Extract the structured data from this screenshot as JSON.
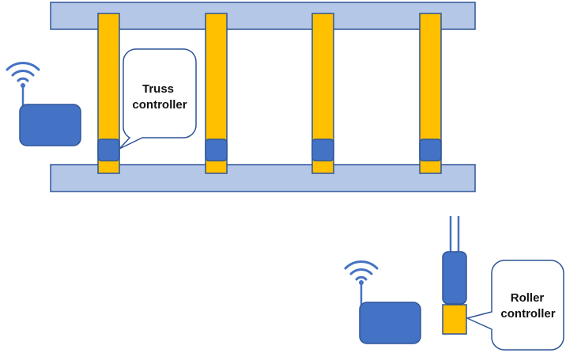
{
  "diagram": {
    "truss_controller": {
      "label_line1": "Truss",
      "label_line2": "controller"
    },
    "roller_controller": {
      "label_line1": "Roller",
      "label_line2": "controller"
    },
    "colors": {
      "rail_fill": "#b4c7e7",
      "rail_stroke": "#2f5597",
      "truss_fill": "#ffc000",
      "module_fill": "#4472c4",
      "module_stroke": "#2f5597",
      "wifi": "#4472c4",
      "callout_stroke": "#2f5597",
      "callout_fill": "#ffffff"
    },
    "icons": [
      "wifi-icon",
      "wifi-icon"
    ],
    "truss_count": 4
  }
}
